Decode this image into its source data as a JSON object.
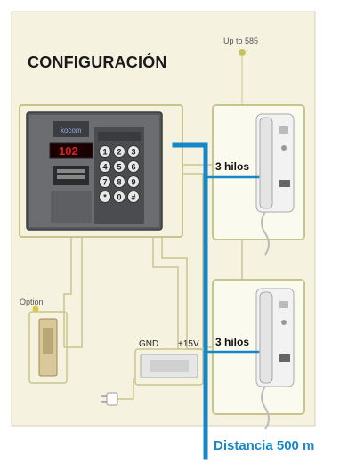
{
  "title": "CONFIGURACIÓN",
  "max_units_label": "Up to 585",
  "option_label": "Option",
  "wire_label_top": "3 hilos",
  "wire_label_bottom": "3 hilos",
  "psu_gnd_label": "GND",
  "psu_v_label": "+15V",
  "panel_brand": "kocom",
  "panel_display": "102",
  "keypad_keys": [
    "1",
    "2",
    "3",
    "4",
    "5",
    "6",
    "7",
    "8",
    "9",
    "*",
    "0",
    "#"
  ],
  "distance_label": "Distancia 500 m",
  "colors": {
    "background_panel": "#f5f2df",
    "wire": "#c9c48e",
    "distance_line": "#1587c8",
    "display": "#e02020"
  }
}
